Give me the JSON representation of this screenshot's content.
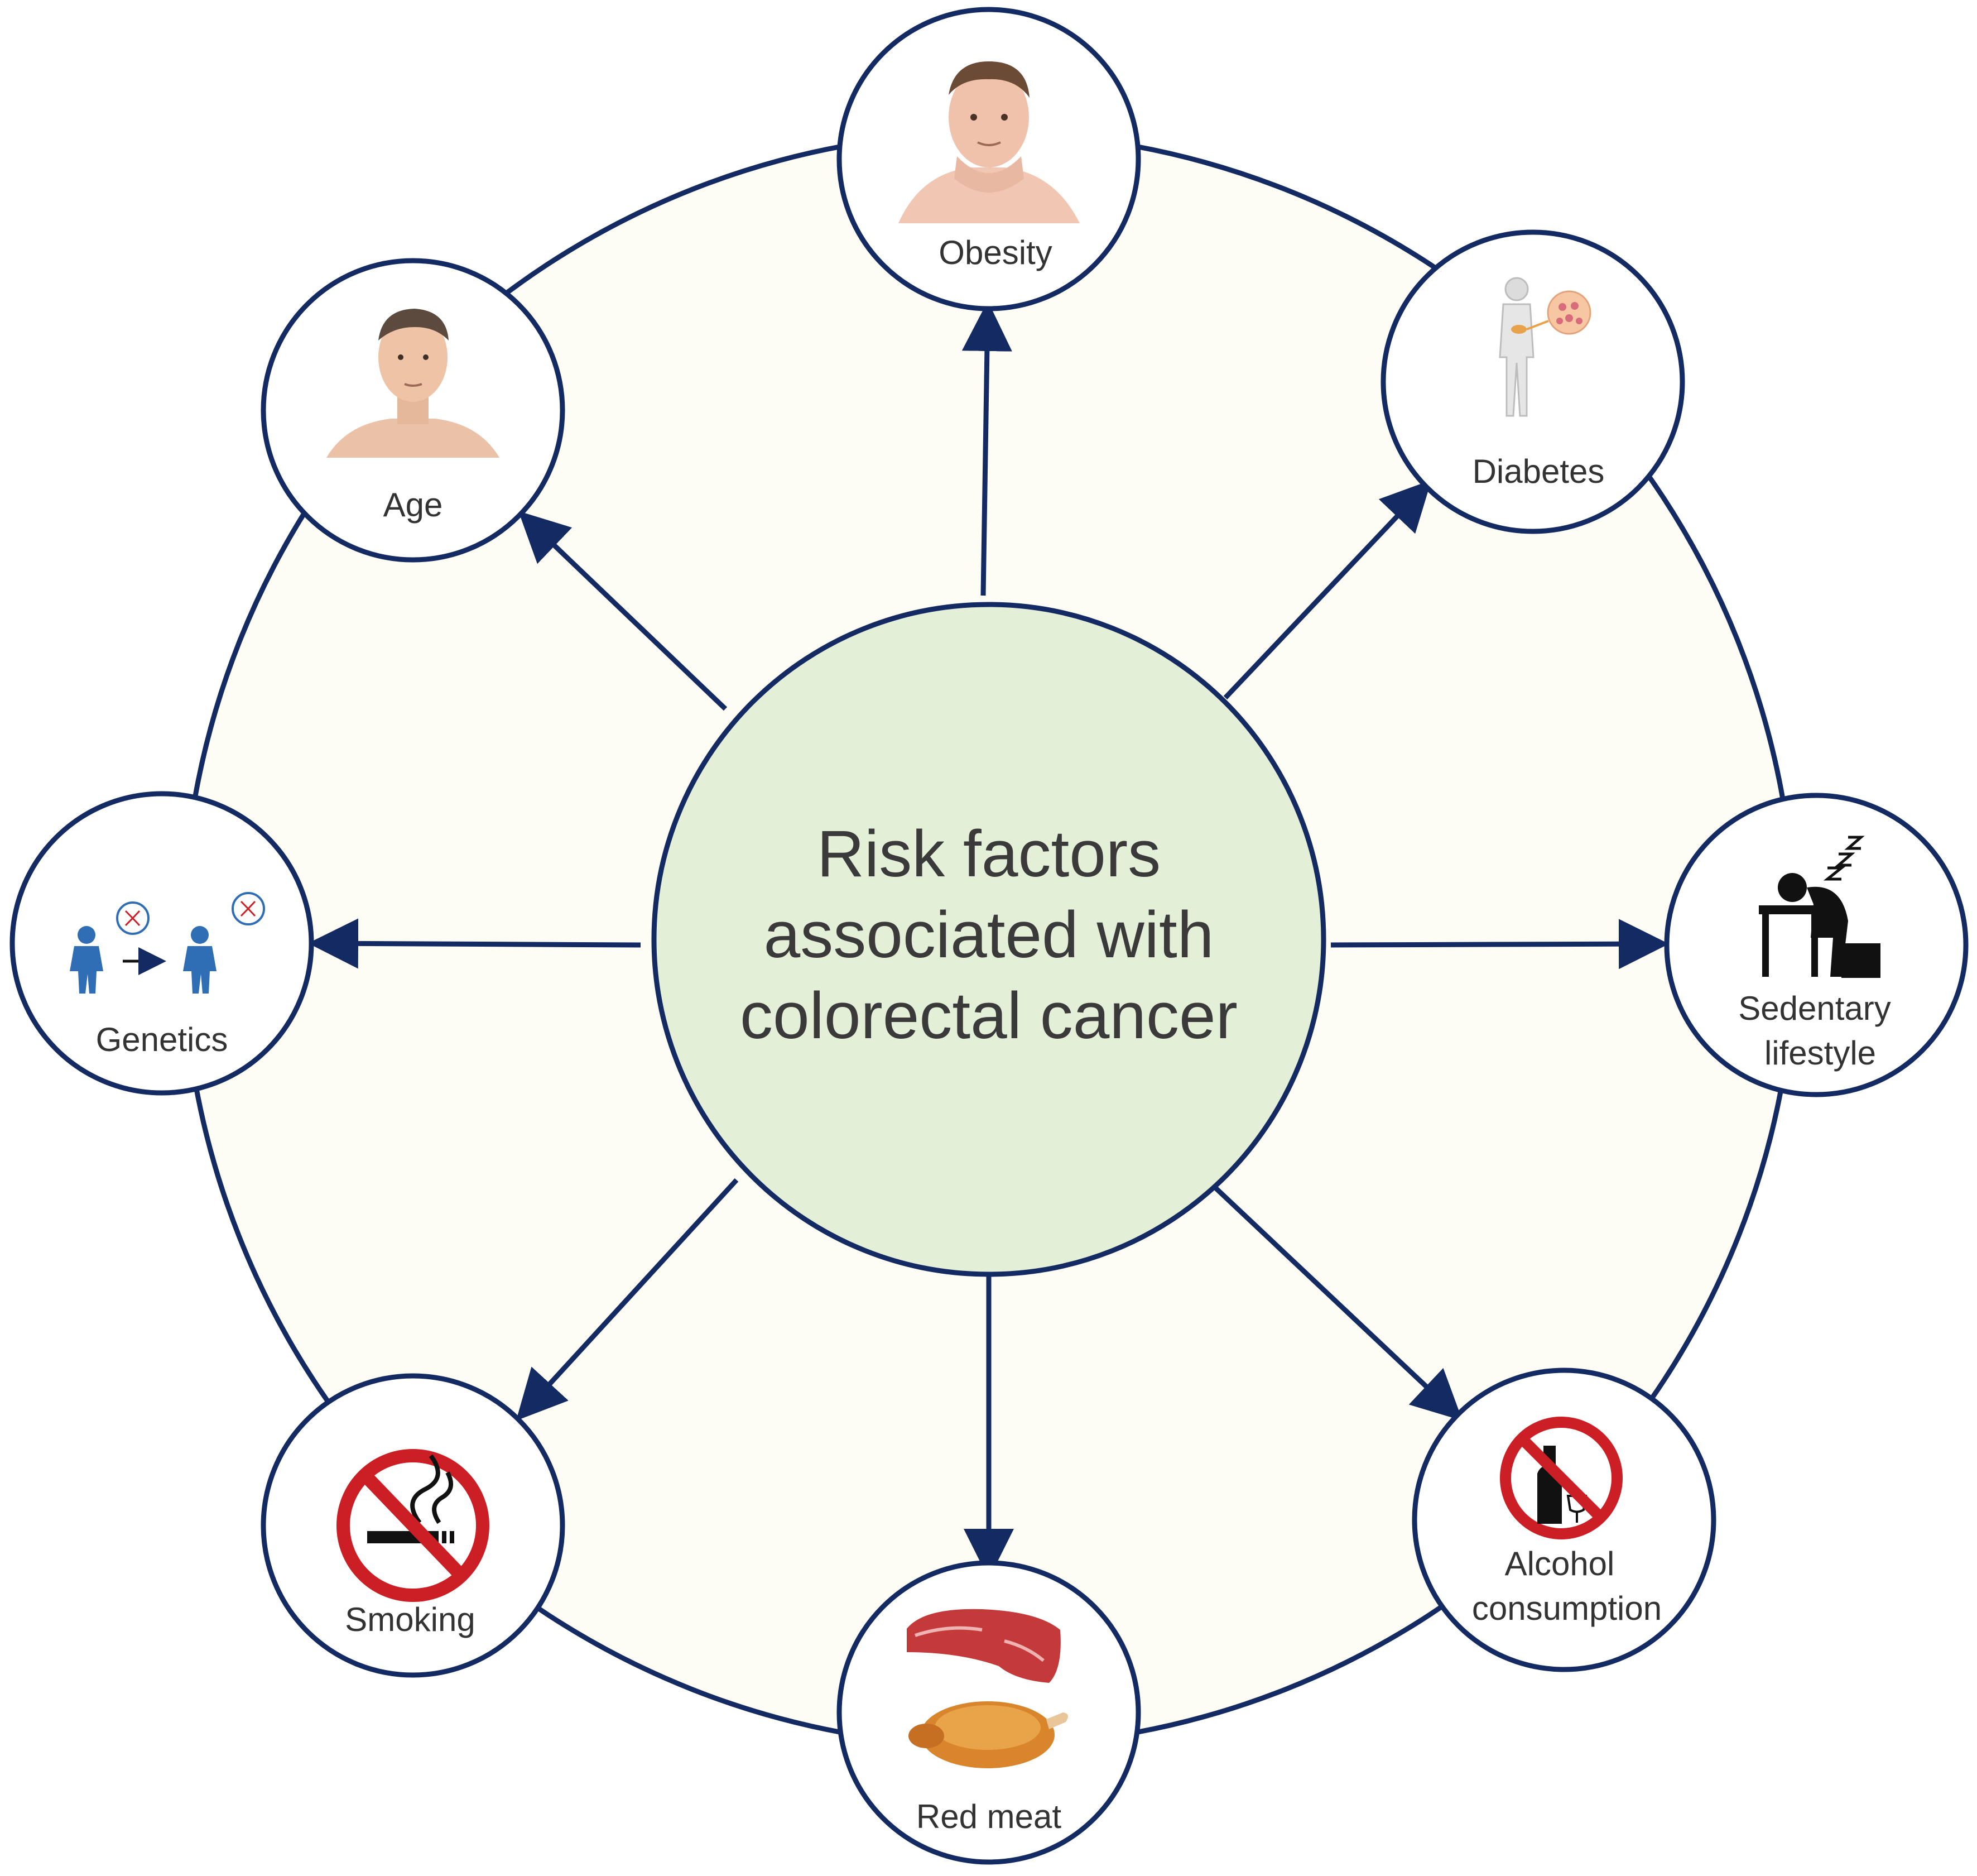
{
  "diagram": {
    "center_lines": [
      "Risk factors",
      "associated with",
      "colorectal cancer"
    ],
    "nodes": {
      "obesity": "Obesity",
      "diabetes": "Diabetes",
      "sedentary_line1": "Sedentary",
      "sedentary_line2": "lifestyle",
      "alcohol_line1": "Alcohol",
      "alcohol_line2": "consumption",
      "red_meat": "Red meat",
      "smoking": "Smoking",
      "genetics": "Genetics",
      "age": "Age"
    }
  },
  "colors": {
    "ring": "#142a63",
    "center_fill": "#e4efd8",
    "background_fill": "#fdfdf5",
    "prohibition_red": "#cc1f25",
    "genetics_blue": "#2f6db5"
  }
}
